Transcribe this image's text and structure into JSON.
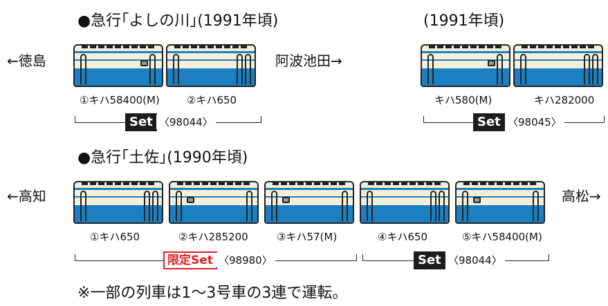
{
  "section1": {
    "title": "●急行｢よしの川｣(1991年頃)",
    "left_end": "←徳島",
    "right_end": "阿波池田→",
    "cars": [
      {
        "label": "①キハ58400(M)"
      },
      {
        "label": "②キハ650"
      }
    ],
    "set_badge": "Set",
    "set_code": "〈98044〉"
  },
  "section2": {
    "title": "(1991年頃)",
    "cars": [
      {
        "label": "キハ580(M)"
      },
      {
        "label": "キハ282000"
      }
    ],
    "set_badge": "Set",
    "set_code": "〈98045〉"
  },
  "section3": {
    "title": "●急行｢土佐｣(1990年頃)",
    "left_end": "←高知",
    "right_end": "高松→",
    "cars": [
      {
        "label": "①キハ650"
      },
      {
        "label": "②キハ285200"
      },
      {
        "label": "③キハ57(M)"
      },
      {
        "label": "④キハ650"
      },
      {
        "label": "⑤キハ58400(M)"
      }
    ],
    "limited_badge": "限定Set",
    "limited_code": "〈98980〉",
    "set_badge": "Set",
    "set_code": "〈98044〉"
  },
  "note": "※一部の列車は1～3号車の3連で運転。",
  "colors": {
    "stripe": "#1b7fc1",
    "body": "#f3efd8",
    "limited": "#e02020"
  }
}
